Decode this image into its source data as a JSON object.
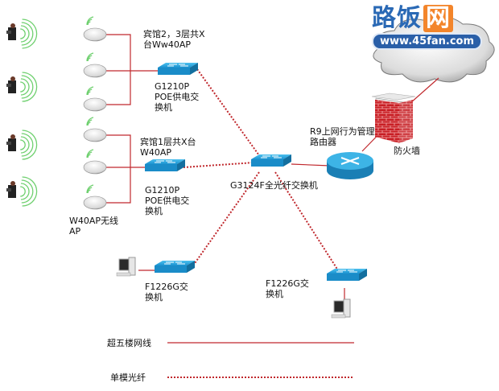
{
  "brand": {
    "name_main": "路饭",
    "name_tag": "网",
    "url": "www.45fan.com"
  },
  "colors": {
    "cable": "#c0282d",
    "fiber": "#c0282d",
    "switch": "#1e9ad6",
    "wave": "#6fd06f"
  },
  "labels": {
    "group_top": "宾馆2，3层共X\n台Ww40AP",
    "switch_top": "G1210P\nPOE供电交\n换机",
    "group_mid": "宾馆1层共X台\nW40AP",
    "switch_mid": "G1210P\nPOE供电交\n换机",
    "ap": "W40AP无线\nAP",
    "core_switch": "G3124F全光纤交换机",
    "router": "R9上网行为管理\n路由器",
    "firewall": "防火墙",
    "switch_left_bottom": "F1226G交\n换机",
    "switch_right_bottom": "F1226G交\n换机"
  },
  "legend": [
    {
      "label": "超五楼网线",
      "style": "solid"
    },
    {
      "label": "单模光纤",
      "style": "dotted"
    }
  ]
}
